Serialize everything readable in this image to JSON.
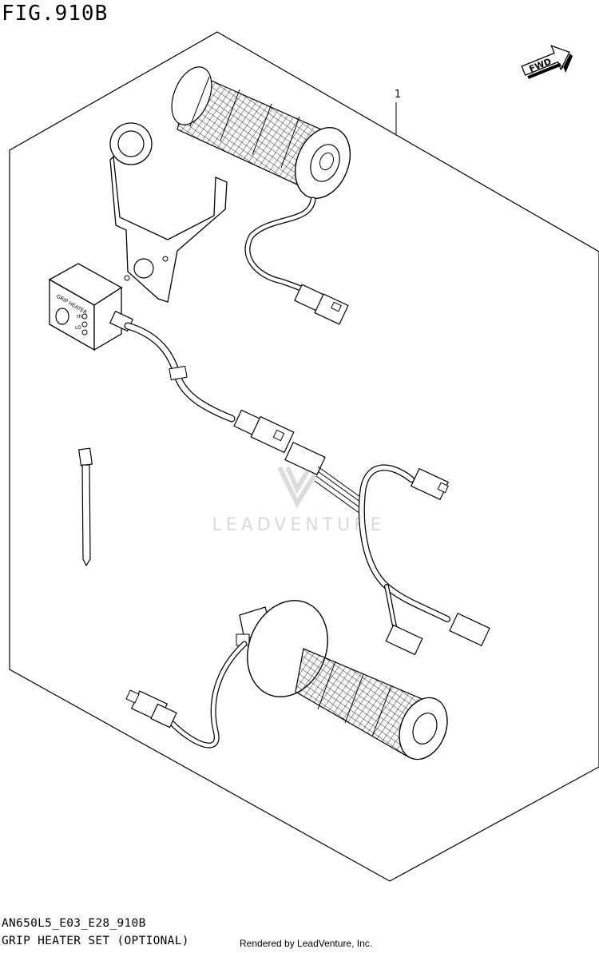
{
  "figure": {
    "title": "FIG.910B",
    "model_code": "AN650L5_E03_E28_910B",
    "caption": "GRIP HEATER SET (OPTIONAL)",
    "rendered_by": "Rendered by LeadVenture, Inc."
  },
  "callouts": [
    {
      "label": "1"
    }
  ],
  "direction_marker": {
    "label": "FWD"
  },
  "switch_labels": {
    "name": "GRIP HEATER",
    "hi": "HI",
    "lo": "LO"
  },
  "watermark": {
    "text": "LEADVENTURE"
  },
  "colors": {
    "ink": "#000000",
    "watermark": "#d9d9d9",
    "paper": "#ffffff"
  }
}
